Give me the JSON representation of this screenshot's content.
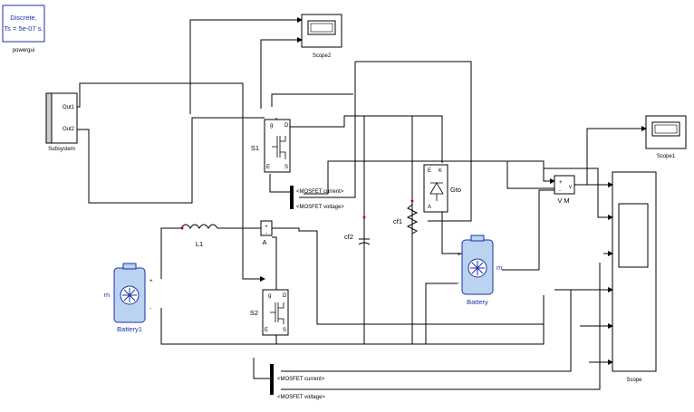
{
  "powergui": {
    "line1": "Discrete,",
    "line2": "Ts = 5e-07 s.",
    "name": "powergui"
  },
  "subsystem": {
    "name": "Subsystem",
    "ports": [
      "Out1",
      "Out2"
    ]
  },
  "scopes": {
    "scope": "Scope",
    "scope1": "Scope1",
    "scope2": "Scope2"
  },
  "components": {
    "s1": "S1",
    "s2": "S2",
    "l1": "L1",
    "cf1": "cf1",
    "cf2": "cf2",
    "gto": "Gto",
    "ammeter": "A",
    "voltmeter": "V M",
    "battery": "Battery",
    "battery1": "Battery1"
  },
  "bus_signals": {
    "s1_current": "<MOSFET current>",
    "s1_voltage": "<MOSFET voltage>",
    "s2_current": "<MOSFET current>",
    "s2_voltage": "<MOSFET voltage>"
  },
  "port_labels": {
    "g": "g",
    "d": "D",
    "s": "S",
    "e": "E",
    "k": "K",
    "a": "A",
    "m": "m",
    "plus": "+",
    "minus": "-",
    "v": "v"
  },
  "colors": {
    "accent": "#1a32a8",
    "wire": "#000000",
    "mark": "#cc0000"
  }
}
